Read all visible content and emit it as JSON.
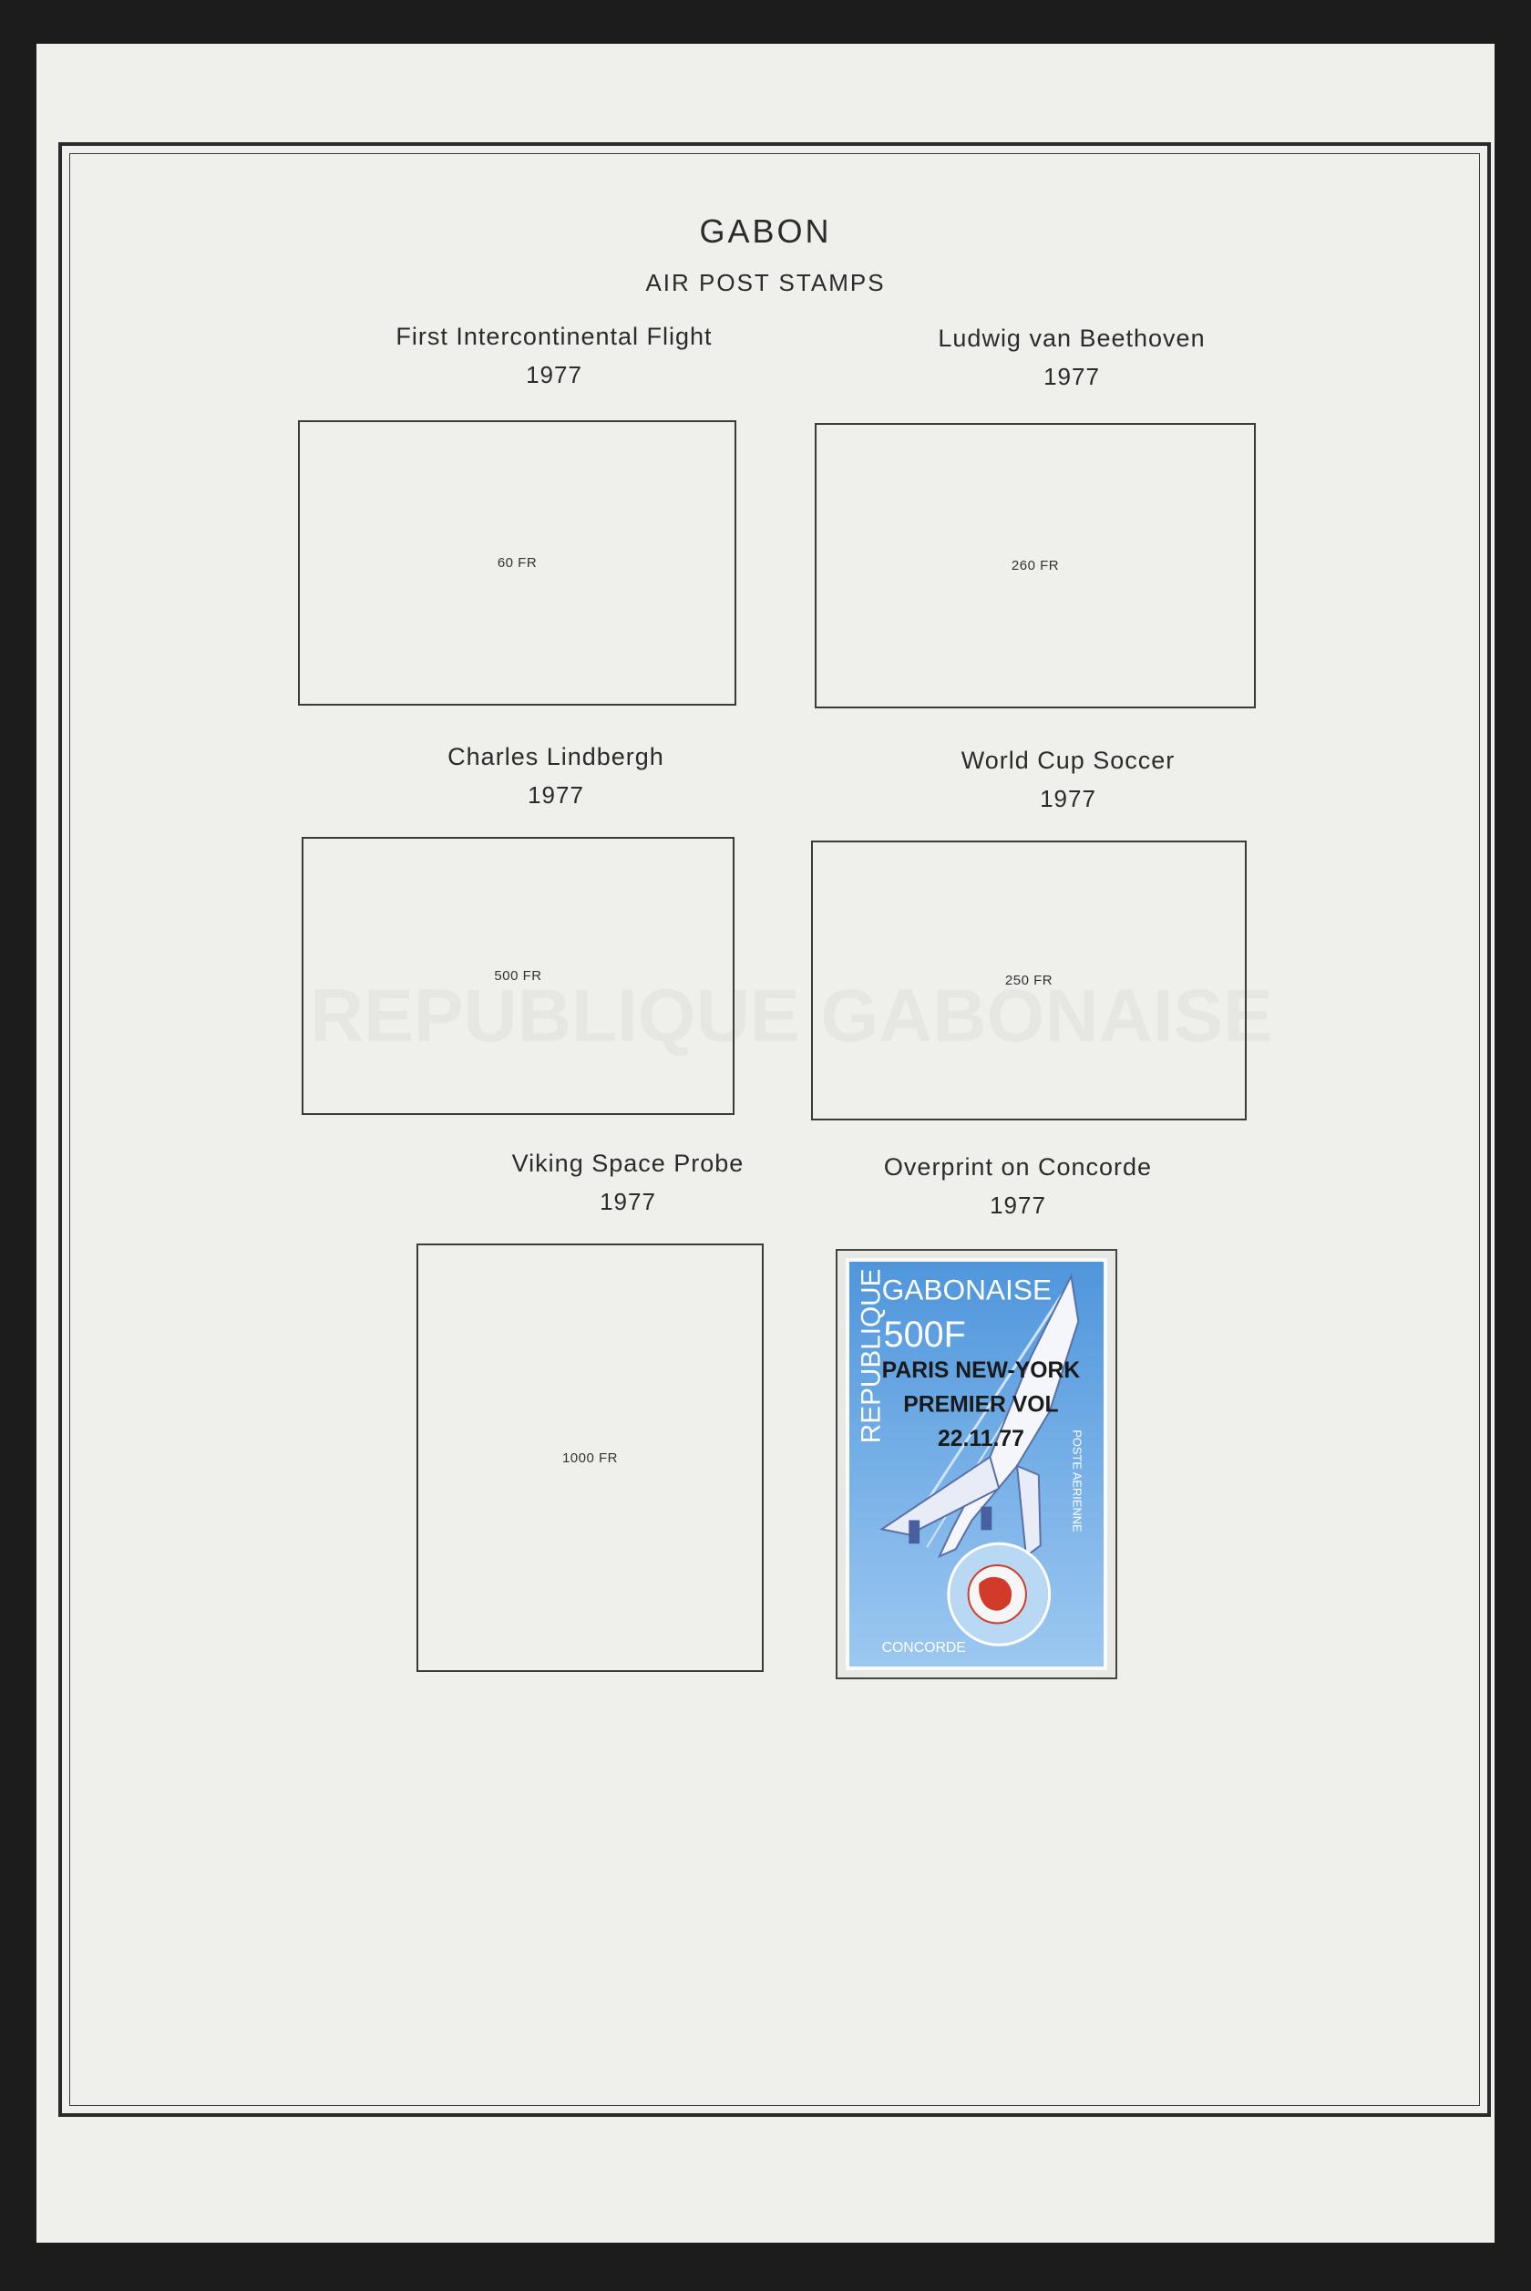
{
  "page": {
    "country": "GABON",
    "section": "AIR POST STAMPS"
  },
  "sets": [
    {
      "title": "First Intercontinental Flight",
      "year": "1977",
      "value": "60 FR"
    },
    {
      "title": "Ludwig van Beethoven",
      "year": "1977",
      "value": "260 FR"
    },
    {
      "title": "Charles Lindbergh",
      "year": "1977",
      "value": "500 FR"
    },
    {
      "title": "World Cup Soccer",
      "year": "1977",
      "value": "250 FR"
    },
    {
      "title": "Viking Space Probe",
      "year": "1977",
      "value": "1000 FR"
    },
    {
      "title": "Overprint on Concorde",
      "year": "1977"
    }
  ],
  "stamp": {
    "country_top": "GABONAISE",
    "country_side": "REPUBLIQUE",
    "denomination": "500F",
    "overprint_line1": "PARIS NEW-YORK",
    "overprint_line2": "PREMIER VOL",
    "overprint_line3": "22.11.77",
    "side_text": "POSTE AERIENNE",
    "bottom_label": "CONCORDE",
    "colors": {
      "sky": "#4f96dc",
      "sky_light": "#9cc8f0",
      "globe_red": "#d23a2a",
      "ink": "#1a1a1a"
    }
  },
  "colors": {
    "paper": "#efefec",
    "rule": "#2a2a2a",
    "background": "#1c1c1c"
  }
}
